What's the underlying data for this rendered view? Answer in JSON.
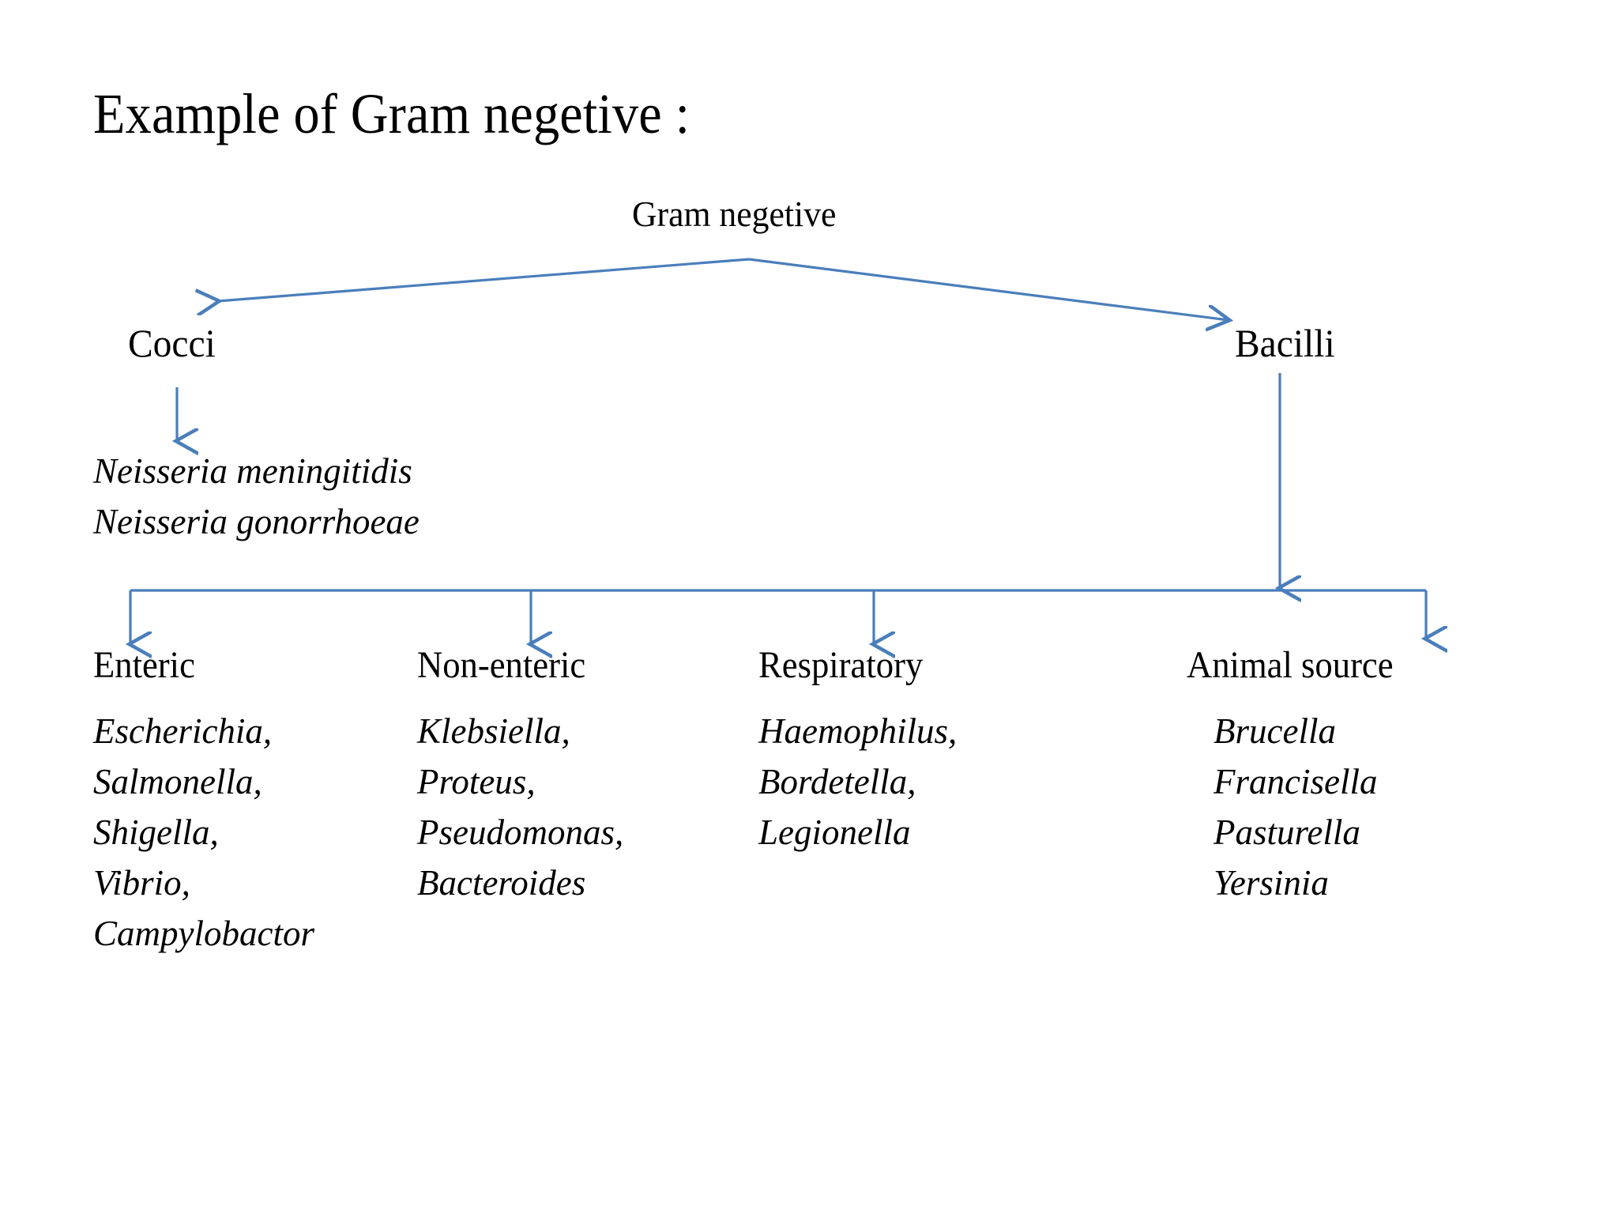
{
  "slide": {
    "title": "Example of Gram negetive :",
    "background_color": "#ffffff",
    "text_color": "#000000",
    "arrow_color": "#4a7ebb"
  },
  "diagram": {
    "root": {
      "label": "Gram negetive"
    },
    "branches": {
      "cocci": {
        "label": "Cocci"
      },
      "bacilli": {
        "label": "Bacilli"
      }
    },
    "cocci_species": [
      "Neisseria meningitidis",
      "Neisseria gonorrhoeae"
    ],
    "bacilli_groups": [
      {
        "header": "Enteric",
        "species": [
          "Escherichia,",
          "Salmonella,",
          "Shigella,",
          "Vibrio,",
          "Campylobactor"
        ]
      },
      {
        "header": "Non-enteric",
        "species": [
          "Klebsiella,",
          "Proteus,",
          "Pseudomonas,",
          "Bacteroides"
        ]
      },
      {
        "header": "Respiratory",
        "species": [
          "Haemophilus,",
          "Bordetella,",
          "Legionella"
        ]
      },
      {
        "header": "Animal source",
        "species": [
          "Brucella",
          "Francisella",
          "Pasturella",
          "Yersinia"
        ]
      }
    ]
  },
  "icons": {
    "arrow_root_to_cocci": "arrow-left-icon",
    "arrow_root_to_bacilli": "arrow-right-icon",
    "arrow_cocci_down": "arrow-down-icon",
    "arrow_bacilli_down": "arrow-down-icon",
    "bus_bar": "horizontal-connector-line",
    "arrow_group_down": "arrow-down-icon"
  }
}
